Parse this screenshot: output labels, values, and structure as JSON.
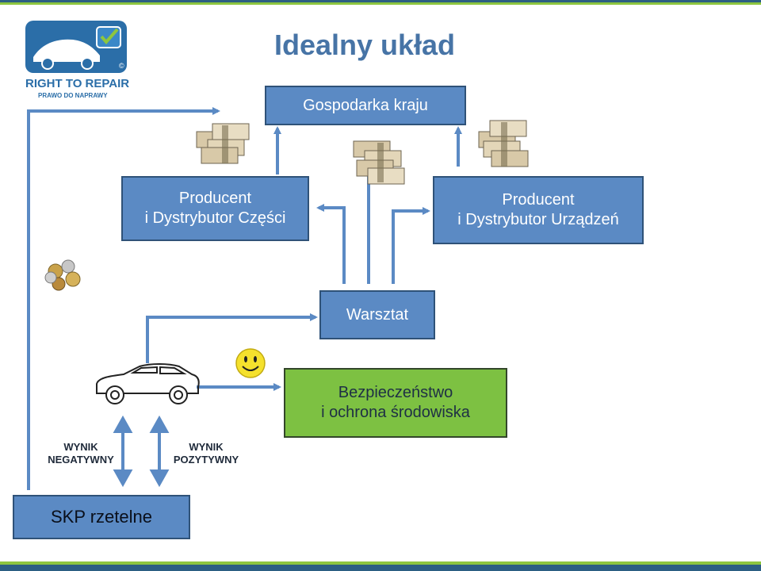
{
  "title": "Idealny układ",
  "logo": {
    "main": "RIGHT TO REPAIR",
    "sub": "PRAWO DO NAPRAWY",
    "mark": "©"
  },
  "boxes": {
    "economy": "Gospodarka kraju",
    "parts_producer": {
      "line1": "Producent",
      "line2": "i Dystrybutor Części"
    },
    "equipment_producer": {
      "line1": "Producent",
      "line2": "i Dystrybutor Urządzeń"
    },
    "workshop": "Warsztat",
    "safety": {
      "line1": "Bezpieczeństwo",
      "line2": "i ochrona środowiska"
    },
    "skp": "SKP rzetelne"
  },
  "labels": {
    "negative": {
      "line1": "WYNIK",
      "line2": "NEGATYWNY"
    },
    "positive": {
      "line1": "WYNIK",
      "line2": "POZYTYWNY"
    }
  },
  "colors": {
    "box_blue": "#5b8ac4",
    "box_green": "#7dc142",
    "arrow": "#5b8ac4",
    "title": "#4774a6"
  }
}
